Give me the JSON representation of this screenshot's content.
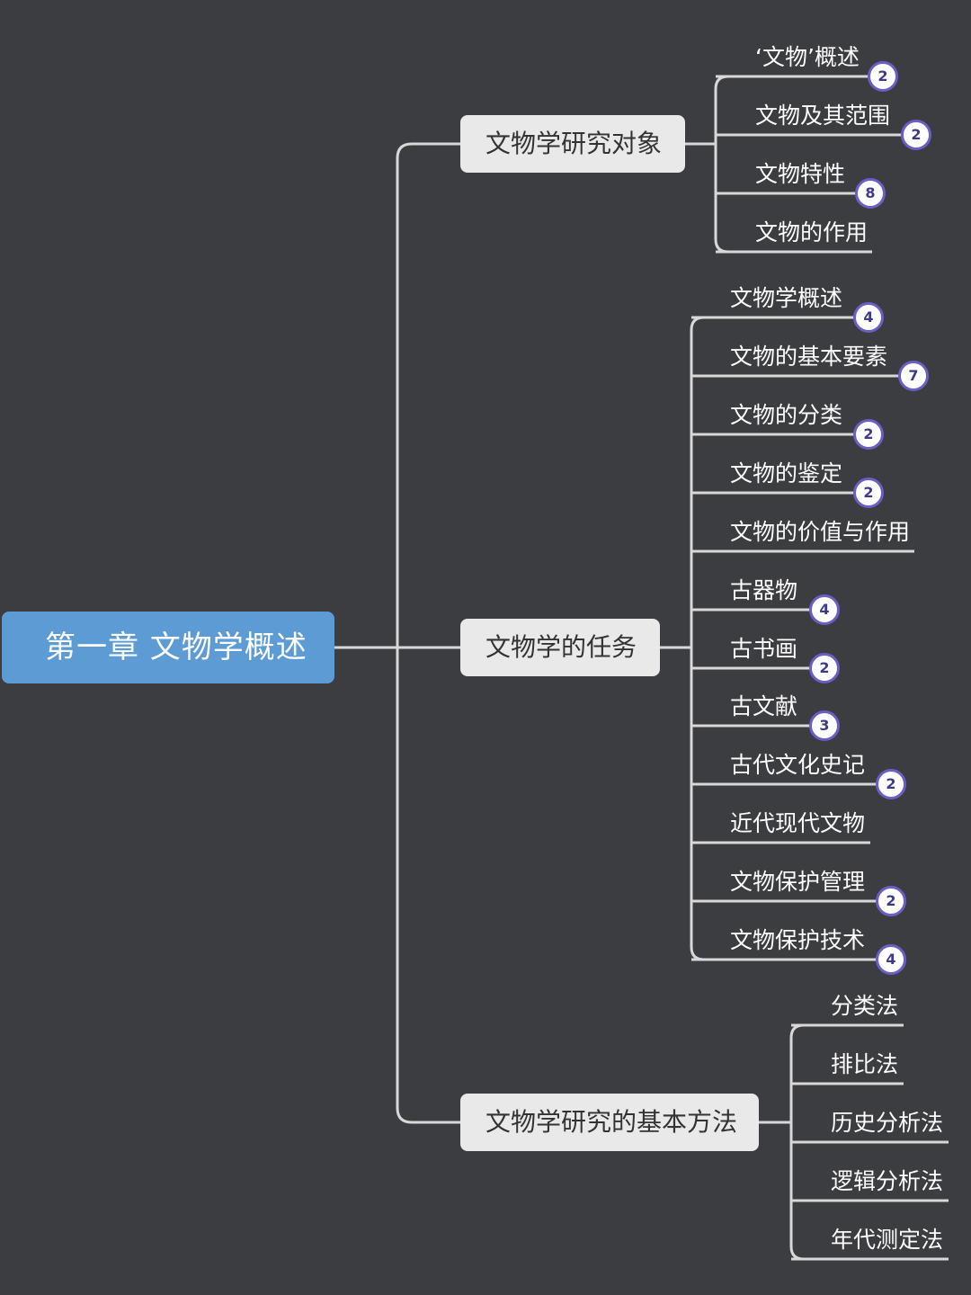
{
  "root": {
    "label": "第一章 文物学概述"
  },
  "branches": [
    {
      "label": "文物学研究对象",
      "children": [
        {
          "label": "‘文物’概述",
          "count": "2"
        },
        {
          "label": "文物及其范围",
          "count": "2"
        },
        {
          "label": "文物特性",
          "count": "8"
        },
        {
          "label": "文物的作用",
          "count": null
        }
      ]
    },
    {
      "label": "文物学的任务",
      "children": [
        {
          "label": "文物学概述",
          "count": "4"
        },
        {
          "label": "文物的基本要素",
          "count": "7"
        },
        {
          "label": "文物的分类",
          "count": "2"
        },
        {
          "label": "文物的鉴定",
          "count": "2"
        },
        {
          "label": "文物的价值与作用",
          "count": null
        },
        {
          "label": "古器物",
          "count": "4"
        },
        {
          "label": "古书画",
          "count": "2"
        },
        {
          "label": "古文献",
          "count": "3"
        },
        {
          "label": "古代文化史记",
          "count": "2"
        },
        {
          "label": "近代现代文物",
          "count": null
        },
        {
          "label": "文物保护管理",
          "count": "2"
        },
        {
          "label": "文物保护技术",
          "count": "4"
        }
      ]
    },
    {
      "label": "文物学研究的基本方法",
      "children": [
        {
          "label": "分类法",
          "count": null
        },
        {
          "label": "排比法",
          "count": null
        },
        {
          "label": "历史分析法",
          "count": null
        },
        {
          "label": "逻辑分析法",
          "count": null
        },
        {
          "label": "年代测定法",
          "count": null
        }
      ]
    }
  ]
}
